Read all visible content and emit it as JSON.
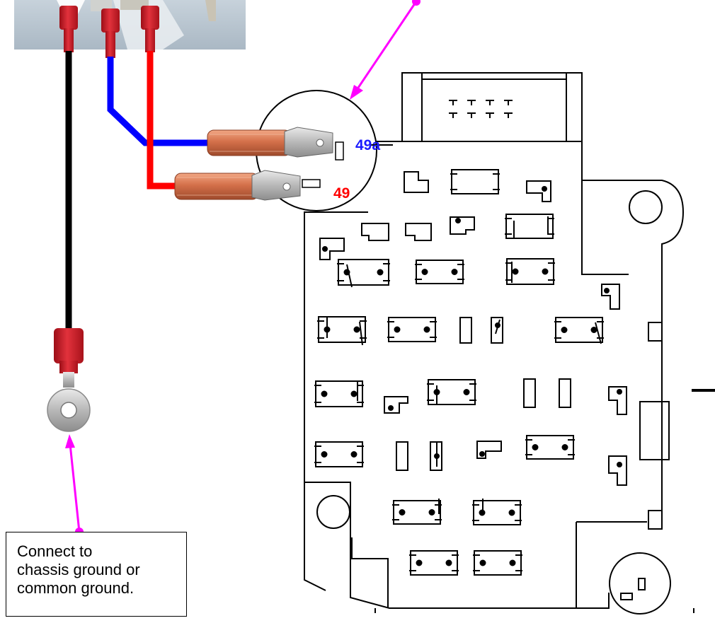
{
  "labels": {
    "pin_49a": "49a",
    "pin_49": "49"
  },
  "callout": {
    "line1": "Connect to",
    "line2": "chassis ground or",
    "line3": "common ground."
  },
  "colors": {
    "wire_ground": "#000000",
    "wire_49a": "#0000ff",
    "wire_49": "#ff0000",
    "label_49a": "#1a1aff",
    "label_49": "#ff0000",
    "pointer": "#ff00ff",
    "connector_red": "#d81f2a",
    "spade_terminal": "#c46a45",
    "outline": "#000000"
  },
  "icons": {
    "flasher_socket": "round-socket-icon",
    "ring_terminal": "ring-terminal-icon",
    "spade_terminal": "spade-terminal-icon"
  }
}
